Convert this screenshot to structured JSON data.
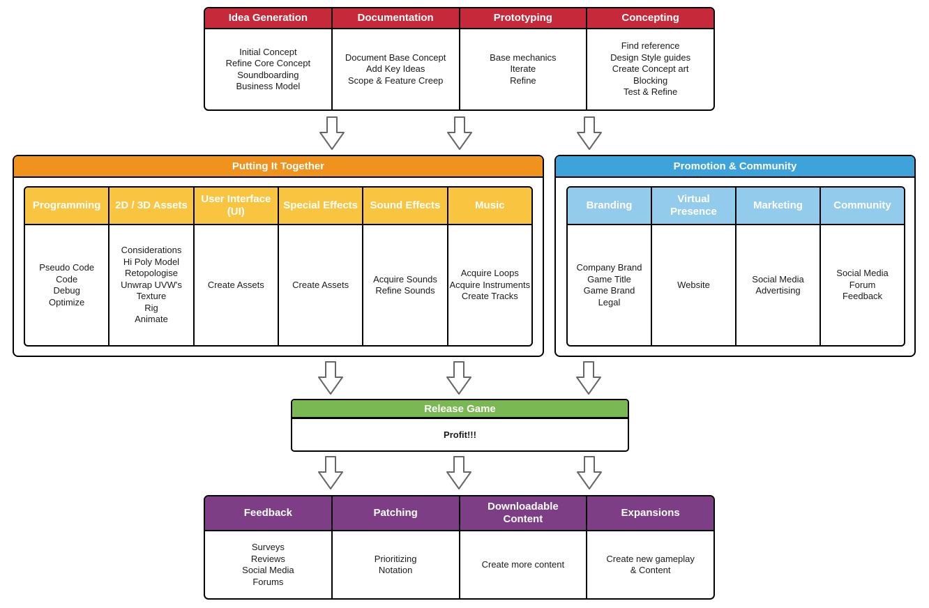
{
  "colors": {
    "phase_header_red": "#c62a3a",
    "putting_header_orange": "#f0921e",
    "putting_subheader_yellow": "#f9c440",
    "promotion_header_blue": "#3fa3db",
    "promotion_subheader_lightblue": "#92cbec",
    "release_header_green": "#7ab854",
    "post_release_header_purple": "#7d3e86",
    "border_black": "#000000",
    "arrow_stroke_gray": "#666666"
  },
  "phase1": {
    "columns": [
      {
        "title": "Idea Generation",
        "items": [
          "Initial Concept",
          "Refine Core Concept",
          "Soundboarding",
          "Business Model"
        ]
      },
      {
        "title": "Documentation",
        "items": [
          "Document Base Concept",
          "Add Key Ideas",
          "Scope & Feature Creep"
        ]
      },
      {
        "title": "Prototyping",
        "items": [
          "Base mechanics",
          "Iterate",
          "Refine"
        ]
      },
      {
        "title": "Concepting",
        "items": [
          "Find reference",
          "Design Style guides",
          "Create Concept art",
          "Blocking",
          "Test & Refine"
        ]
      }
    ]
  },
  "putting_it_together": {
    "title": "Putting It Together",
    "columns": [
      {
        "title": "Programming",
        "items": [
          "Pseudo Code",
          "Code",
          "Debug",
          "Optimize"
        ]
      },
      {
        "title": "2D / 3D Assets",
        "items": [
          "Considerations",
          "Hi Poly Model",
          "Retopologise",
          "Unwrap UVW's",
          "Texture",
          "Rig",
          "Animate"
        ]
      },
      {
        "title": "User Interface\n(UI)",
        "items": [
          "Create Assets"
        ]
      },
      {
        "title": "Special Effects",
        "items": [
          "Create Assets"
        ]
      },
      {
        "title": "Sound Effects",
        "items": [
          "Acquire Sounds",
          "Refine Sounds"
        ]
      },
      {
        "title": "Music",
        "items": [
          "Acquire Loops",
          "Acquire Instruments",
          "Create Tracks"
        ]
      }
    ]
  },
  "promotion_community": {
    "title": "Promotion & Community",
    "columns": [
      {
        "title": "Branding",
        "items": [
          "Company Brand",
          "Game Title",
          "Game Brand",
          "Legal"
        ]
      },
      {
        "title": "Virtual\nPresence",
        "items": [
          "Website"
        ]
      },
      {
        "title": "Marketing",
        "items": [
          "Social Media",
          "Advertising"
        ]
      },
      {
        "title": "Community",
        "items": [
          "Social Media",
          "Forum",
          "Feedback"
        ]
      }
    ]
  },
  "release": {
    "title": "Release Game",
    "body": "Profit!!!"
  },
  "post_release": {
    "columns": [
      {
        "title": "Feedback",
        "items": [
          "Surveys",
          "Reviews",
          "Social Media",
          "Forums"
        ]
      },
      {
        "title": "Patching",
        "items": [
          "Prioritizing",
          "Notation"
        ]
      },
      {
        "title": "Downloadable\nContent",
        "items": [
          "Create more content"
        ]
      },
      {
        "title": "Expansions",
        "items": [
          "Create new gameplay\n& Content"
        ]
      }
    ]
  }
}
